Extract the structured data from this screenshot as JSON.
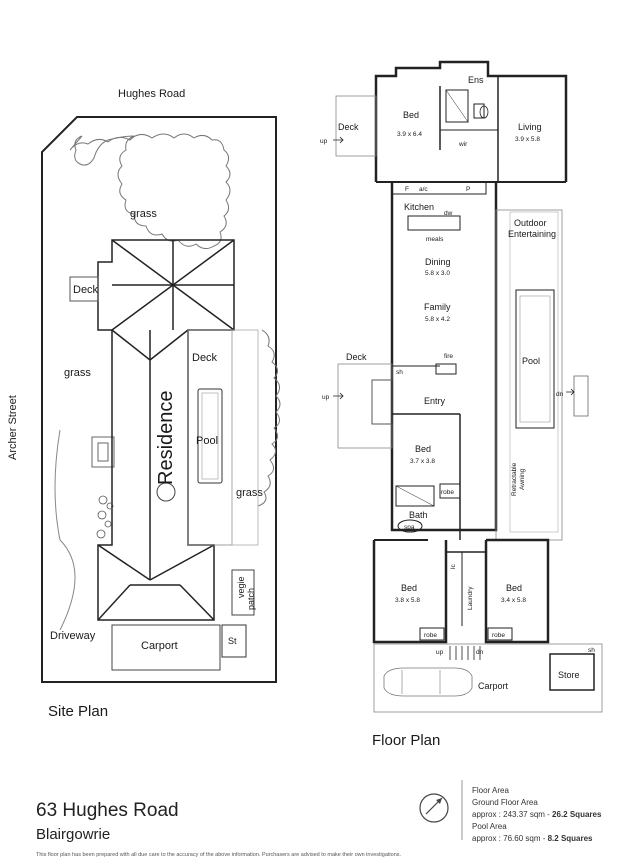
{
  "site_plan": {
    "road_label": "Hughes Road",
    "street_label": "Archer Street",
    "title": "Site Plan",
    "labels": {
      "grass_top": "grass",
      "grass_left": "grass",
      "grass_right": "grass",
      "deck_left": "Deck",
      "deck_right": "Deck",
      "residence": "Residence",
      "pool": "Pool",
      "vegie": "vegie",
      "patch": "patch",
      "driveway": "Driveway",
      "carport": "Carport",
      "store": "St"
    }
  },
  "floor_plan": {
    "title": "Floor Plan",
    "rooms": {
      "ens": "Ens",
      "bed1": "Bed",
      "bed1_dim": "3.9 x 6.4",
      "wir": "wir",
      "living": "Living",
      "living_dim": "3.9 x 5.8",
      "deck_top": "Deck",
      "up_top": "up",
      "f": "F",
      "ac": "a/c",
      "p": "P",
      "kitchen": "Kitchen",
      "dw": "dw",
      "meals": "meals",
      "dining": "Dining",
      "dining_dim": "5.8 x 3.0",
      "family": "Family",
      "family_dim": "5.8 x 4.2",
      "outdoor1": "Outdoor",
      "outdoor2": "Entertaining",
      "pool": "Pool",
      "dn_pool": "dn",
      "deck_mid": "Deck",
      "fire": "fire",
      "sh": "sh",
      "up_mid": "up",
      "entry": "Entry",
      "bed2": "Bed",
      "bed2_dim": "3.7 x 3.8",
      "robe2": "robe",
      "awning1": "Retractable",
      "awning2": "Awning",
      "bath": "Bath",
      "spa": "spa",
      "ldry": "Laundry",
      "lc": "lc",
      "bed3": "Bed",
      "bed3_dim": "3.8 x 5.8",
      "robe3": "robe",
      "bed4": "Bed",
      "bed4_dim": "3.4 x 5.8",
      "robe4": "robe",
      "up_bot": "up",
      "dn_bot": "dn",
      "carport": "Carport",
      "store": "Store",
      "sh2": "sh"
    }
  },
  "footer": {
    "address": "63 Hughes Road",
    "suburb": "Blairgowrie",
    "disclaimer": "This floor plan has been prepared with all due care to the accuracy of the above information. Purchasers are advised to make their own investigations.",
    "floor_area_title": "Floor Area",
    "ground_floor_label": "Ground Floor Area",
    "ground_floor_value": "approx : 243.37 sqm - ",
    "ground_floor_squares": "26.2 Squares",
    "pool_area_label": "Pool Area",
    "pool_area_value": "approx : 76.60 sqm - ",
    "pool_area_squares": "8.2 Squares"
  }
}
